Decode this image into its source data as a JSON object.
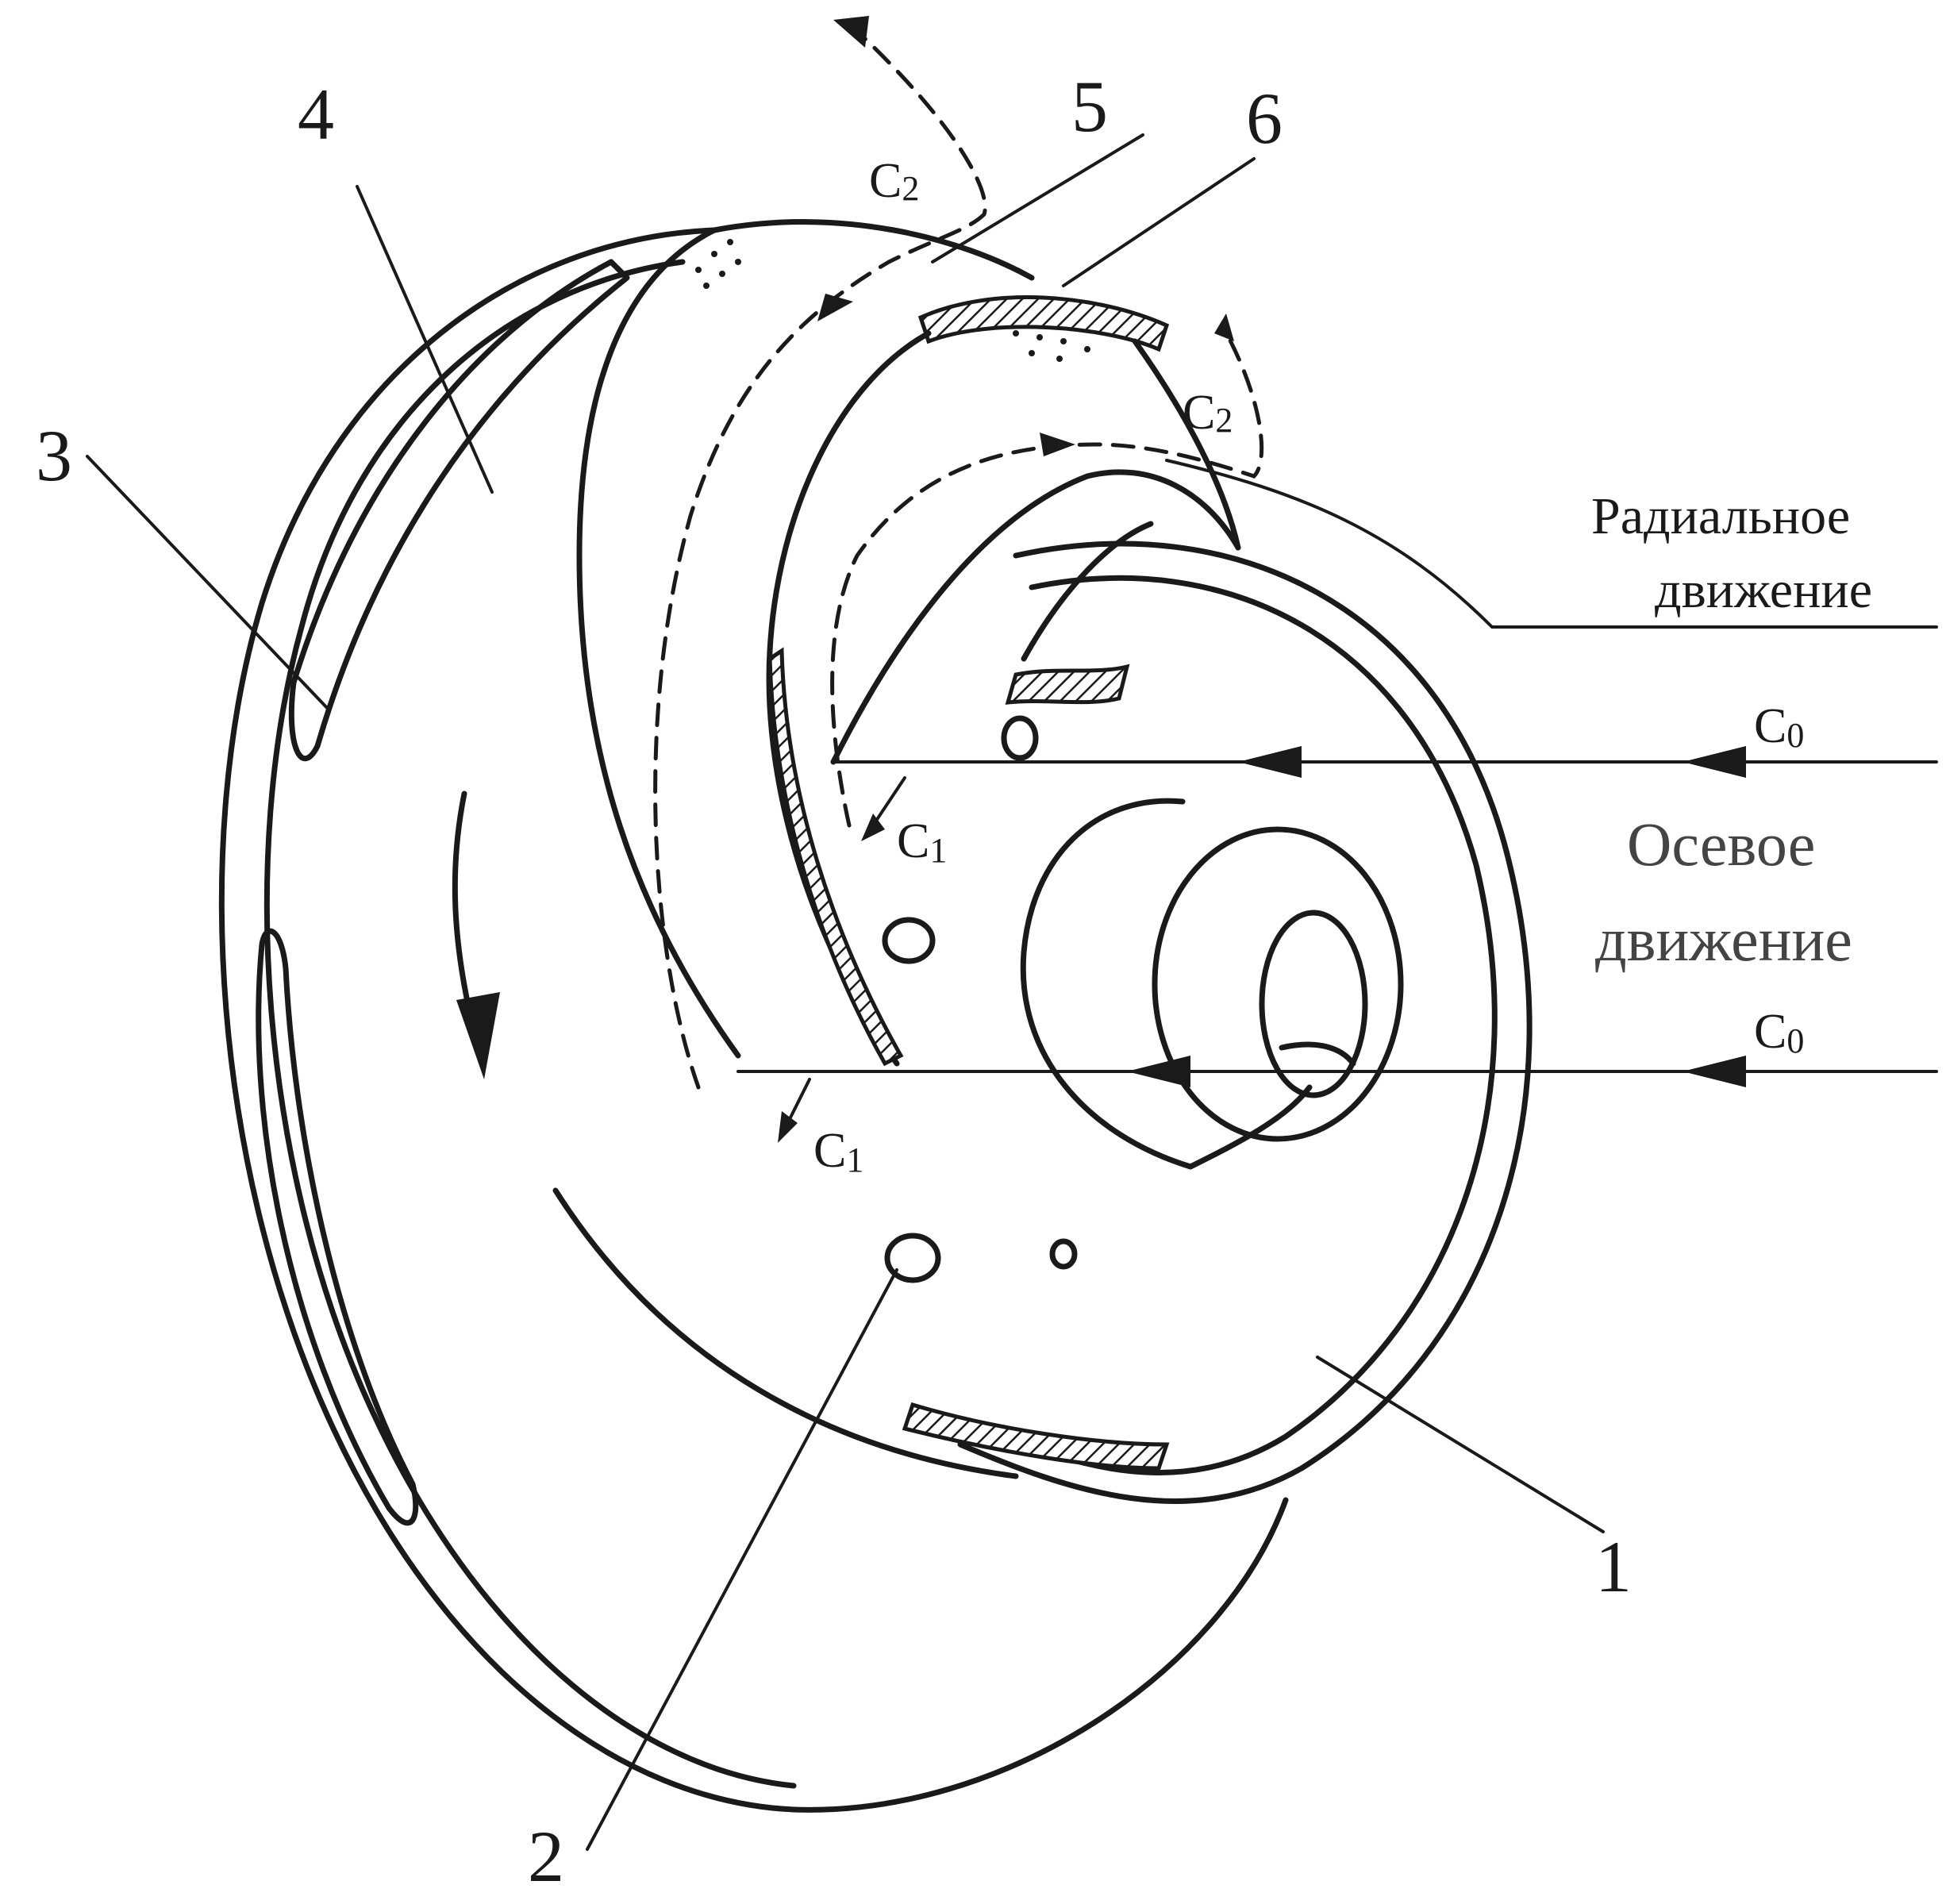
{
  "labels": {
    "n1": "1",
    "n2": "2",
    "n3": "3",
    "n4": "4",
    "n5": "5",
    "n6": "6"
  },
  "velocity": {
    "c": "C",
    "sub0": "0",
    "sub1": "1",
    "sub2": "2"
  },
  "text": {
    "radial_line1": "Радиальное",
    "radial_line2": "движение",
    "axial_line1": "Осевое",
    "axial_line2": "движение"
  }
}
